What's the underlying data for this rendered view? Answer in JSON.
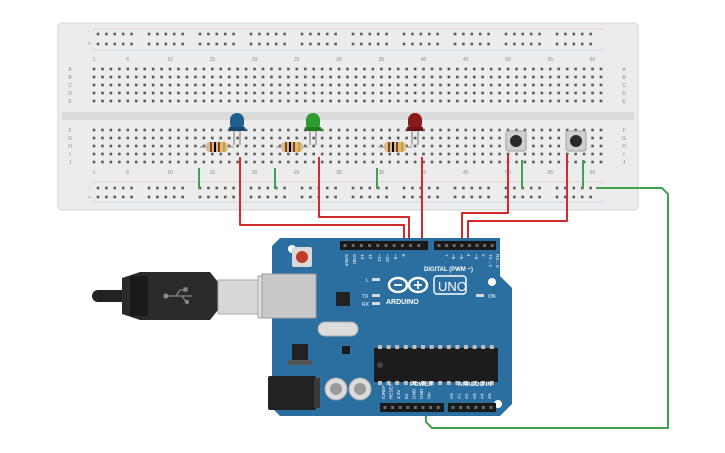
{
  "breadboard": {
    "column_numbers": [
      "1",
      "5",
      "10",
      "15",
      "20",
      "25",
      "30",
      "35",
      "40",
      "45",
      "50",
      "55",
      "60"
    ],
    "rows_top": [
      "A",
      "B",
      "C",
      "D",
      "E"
    ],
    "rows_bottom": [
      "F",
      "G",
      "H",
      "I",
      "J"
    ],
    "rail_minus": "-",
    "rail_plus": "+"
  },
  "components": {
    "leds": [
      {
        "name": "led-blue",
        "color": "#1f5f8b"
      },
      {
        "name": "led-green",
        "color": "#2e9b2e"
      },
      {
        "name": "led-red",
        "color": "#8b1a1a"
      }
    ],
    "wire_colors": {
      "signal": "#d42a2a",
      "ground": "#3fa34d"
    }
  },
  "arduino": {
    "brand_label": "ARDUINO",
    "model_label": "UNO",
    "digital_header_label": "DIGITAL (PWM ~)",
    "digital_pins": [
      "AREF",
      "GND",
      "13",
      "12",
      "~11",
      "~10",
      "~9",
      "8",
      "7",
      "~6",
      "~5",
      "4",
      "~3",
      "2",
      "TX→1",
      "RX←0"
    ],
    "power_header_label": "POWER",
    "power_pins": [
      "IOREF",
      "RESET",
      "3.3V",
      "5V",
      "GND",
      "GND",
      "Vin"
    ],
    "analog_header_label": "ANALOG IN",
    "analog_pins": [
      "A0",
      "A1",
      "A2",
      "A3",
      "A4",
      "A5"
    ],
    "led_l": "L",
    "led_tx": "TX",
    "led_rx": "RX",
    "on_label": "ON",
    "board_color": "#2b6ea0"
  }
}
